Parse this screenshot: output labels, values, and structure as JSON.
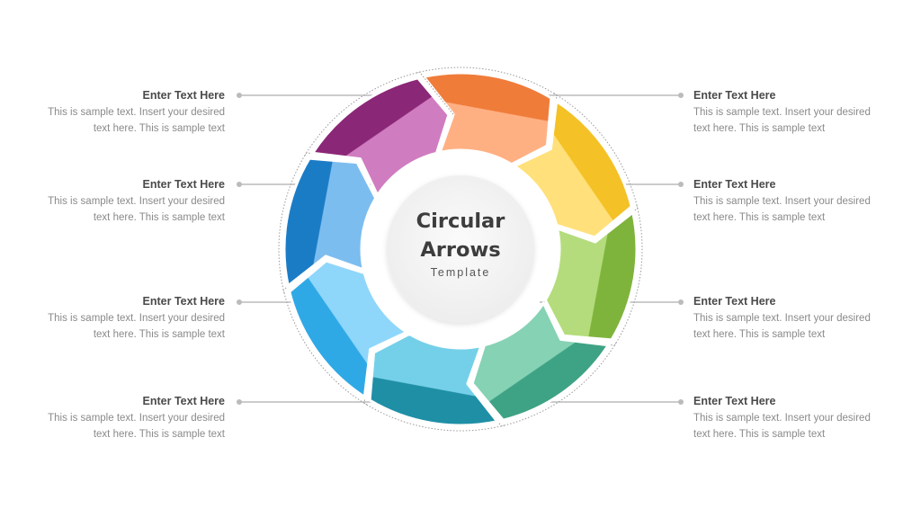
{
  "center": {
    "title_line1": "Circular",
    "title_line2": "Arrows",
    "subtitle": "Template"
  },
  "labels": {
    "left": [
      {
        "title": "Enter Text Here",
        "line1": "This is sample text. Insert your desired",
        "line2": "text here. This is sample text"
      },
      {
        "title": "Enter Text Here",
        "line1": "This is sample text. Insert your desired",
        "line2": "text here. This is sample text"
      },
      {
        "title": "Enter Text Here",
        "line1": "This is sample text. Insert your desired",
        "line2": "text here. This is sample text"
      },
      {
        "title": "Enter Text Here",
        "line1": "This is sample text. Insert your desired",
        "line2": "text here. This is sample text"
      }
    ],
    "right": [
      {
        "title": "Enter Text Here",
        "line1": "This is sample text. Insert your desired",
        "line2": "text here. This is sample text"
      },
      {
        "title": "Enter Text Here",
        "line1": "This is sample text. Insert your desired",
        "line2": "text here. This is sample text"
      },
      {
        "title": "Enter Text Here",
        "line1": "This is sample text. Insert your desired",
        "line2": "text here. This is sample text"
      },
      {
        "title": "Enter Text Here",
        "line1": "This is sample text. Insert your desired",
        "line2": "text here. This is sample text"
      }
    ]
  },
  "colors": {
    "segments": [
      "#f07c3a",
      "#f4c126",
      "#7fb43c",
      "#3ea384",
      "#1f8fa6",
      "#2fa9e6",
      "#1b7cc6",
      "#8b2777"
    ],
    "segments_light": [
      "#ffb083",
      "#ffe07a",
      "#b4dc7c",
      "#86d2b4",
      "#74d0e8",
      "#8fd6fb",
      "#7cbdf0",
      "#d07cc0"
    ],
    "connector": "#bbbbbb",
    "center_fill": "#f1f1f1"
  }
}
